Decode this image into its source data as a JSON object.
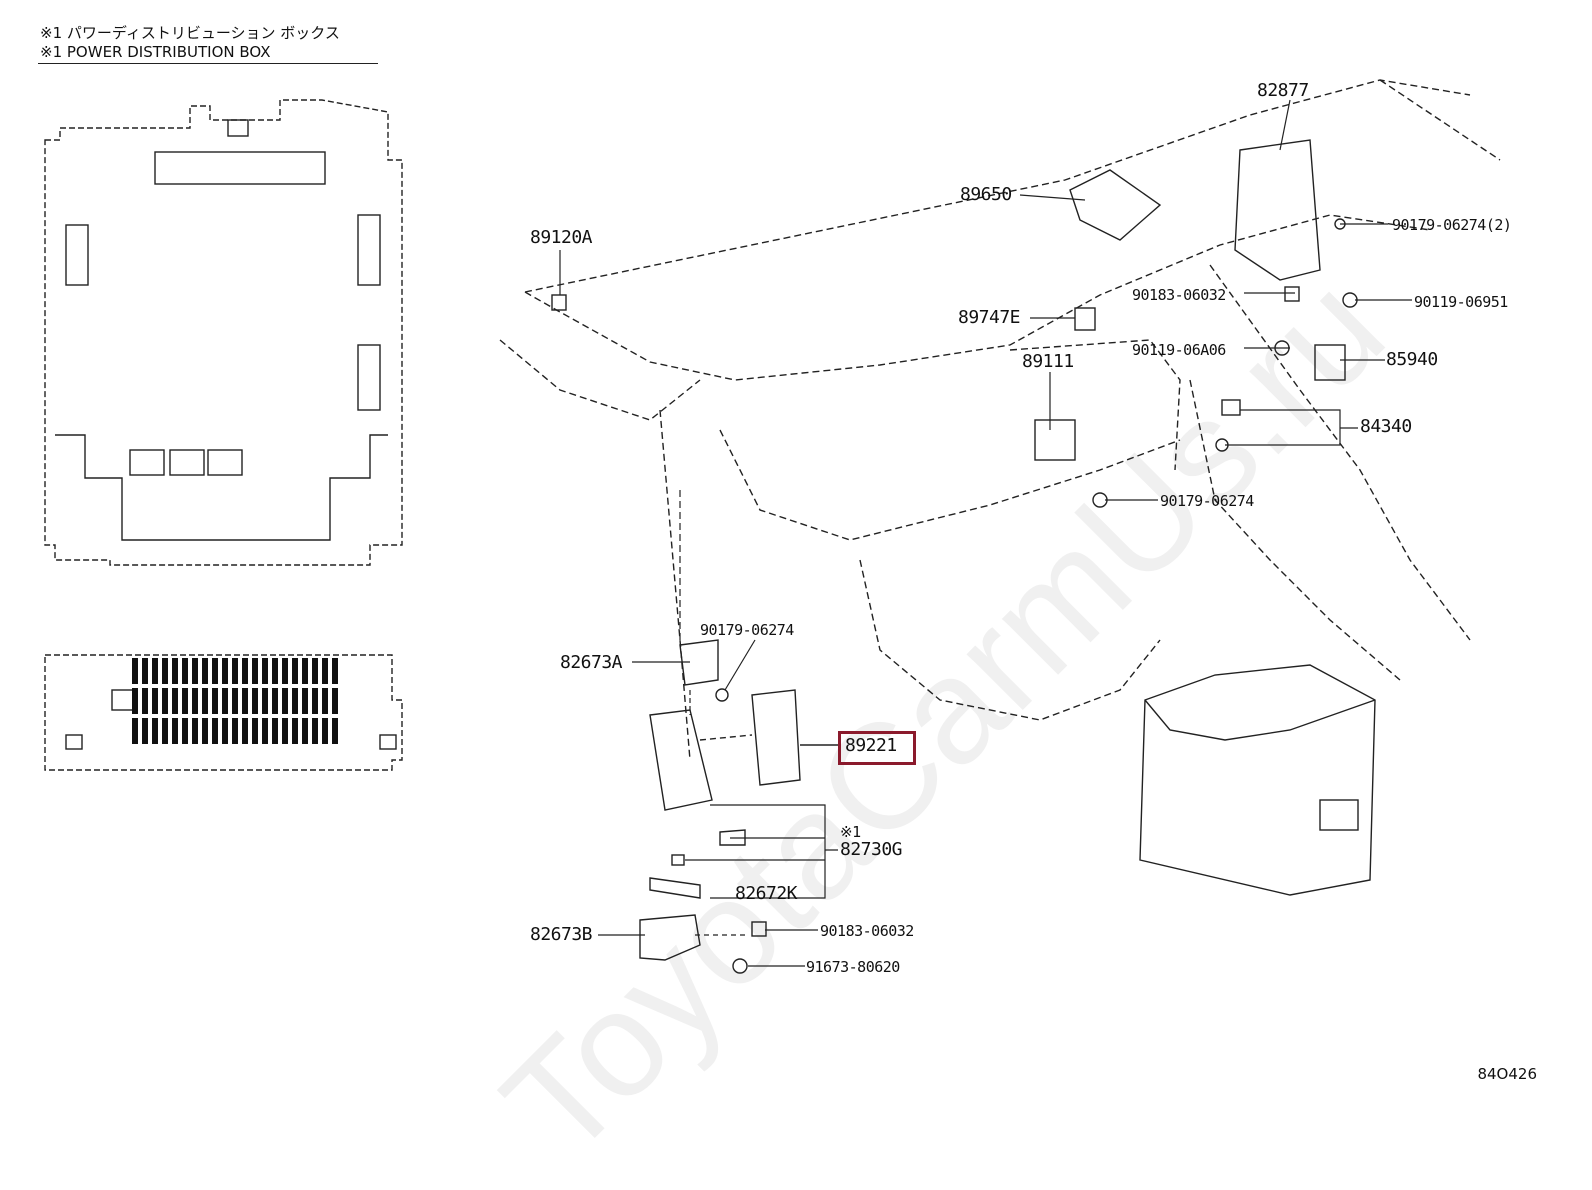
{
  "header": {
    "line1": "※1  パワーディストリビューション ボックス",
    "line2": "※1  POWER DISTRIBUTION BOX"
  },
  "labels": {
    "p82877": "82877",
    "p89650": "89650",
    "p89120A": "89120A",
    "p90179_06274_2": "90179-06274(2)",
    "p90183_06032_top": "90183-06032",
    "p90119_06951": "90119-06951",
    "p89747E": "89747E",
    "p89111": "89111",
    "p90119_06A06": "90119-06A06",
    "p85940": "85940",
    "p84340": "84340",
    "p90179_06274_mid": "90179-06274",
    "p90179_06274_left": "90179-06274",
    "p82673A": "82673A",
    "p89221": "89221",
    "note_star1": "※1",
    "p82730G": "82730G",
    "p82672K": "82672K",
    "p82673B": "82673B",
    "p90183_06032_bot": "90183-06032",
    "p91673_80620": "91673-80620"
  },
  "watermark": "ToyotaCarmUs.ru",
  "illustration_number": "84O426",
  "colors": {
    "highlight": "#8b1a2c",
    "line": "#222222"
  }
}
